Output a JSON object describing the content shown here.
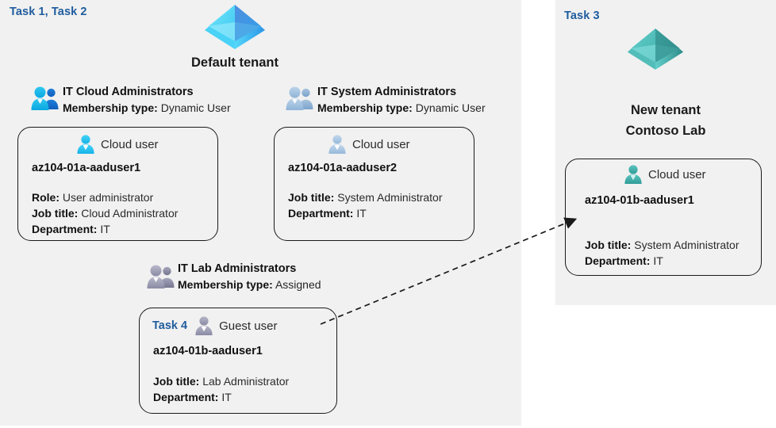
{
  "panels": {
    "left": {
      "task_label": "Task 1, Task 2"
    },
    "right": {
      "task_label": "Task 3"
    }
  },
  "tenants": {
    "default": {
      "icon": "azure-tenant-pyramid-icon",
      "title": "Default tenant",
      "color": "#32b2f2"
    },
    "new": {
      "icon": "azure-tenant-pyramid-icon",
      "title_line1": "New  tenant",
      "title_line2": "Contoso Lab",
      "color": "#3fb0ac"
    }
  },
  "groups": [
    {
      "id": "it-cloud-administrators",
      "icon": "group-users-icon",
      "name": "IT Cloud Administrators",
      "membership_label": "Membership type:",
      "membership_value": "Dynamic User",
      "card": {
        "type_icon": "cloud-user-icon",
        "type_label": "Cloud user",
        "username": "az104-01a-aaduser1",
        "props": [
          {
            "label": "Role:",
            "value": "User administrator"
          },
          {
            "label": "Job title:",
            "value": "Cloud Administrator"
          },
          {
            "label": "Department:",
            "value": "IT"
          }
        ]
      }
    },
    {
      "id": "it-system-administrators",
      "icon": "group-users-icon",
      "name": "IT System Administrators",
      "membership_label": "Membership type:",
      "membership_value": "Dynamic User",
      "card": {
        "type_icon": "cloud-user-icon",
        "type_label": "Cloud user",
        "username": "az104-01a-aaduser2",
        "props": [
          {
            "label": "Job title:",
            "value": "System Administrator"
          },
          {
            "label": "Department:",
            "value": "IT"
          }
        ]
      }
    },
    {
      "id": "it-lab-administrators",
      "icon": "group-users-icon",
      "name": "IT Lab Administrators",
      "membership_label": "Membership type:",
      "membership_value": "Assigned",
      "card": {
        "task_label": "Task 4",
        "type_icon": "guest-user-icon",
        "type_label": "Guest user",
        "username": "az104-01b-aaduser1",
        "props": [
          {
            "label": "Job title:",
            "value": "Lab Administrator"
          },
          {
            "label": "Department:",
            "value": "IT"
          }
        ]
      }
    }
  ],
  "new_tenant_card": {
    "type_icon": "cloud-user-icon",
    "type_label": "Cloud user",
    "username": "az104-01b-aaduser1",
    "props": [
      {
        "label": "Job title:",
        "value": "System Administrator"
      },
      {
        "label": "Department:",
        "value": "IT"
      }
    ]
  },
  "connector": {
    "style": "dashed-arrow",
    "from": "it-lab-administrators-guest-user-card",
    "to": "new-tenant-cloud-user-card"
  },
  "colors": {
    "panel_background": "#f1f1f1",
    "page_background": "#ffffff",
    "task_accent": "#1f5c9e",
    "card_border": "#1a1a1a",
    "label_text": "#111111",
    "value_text": "#2b2b2b"
  }
}
